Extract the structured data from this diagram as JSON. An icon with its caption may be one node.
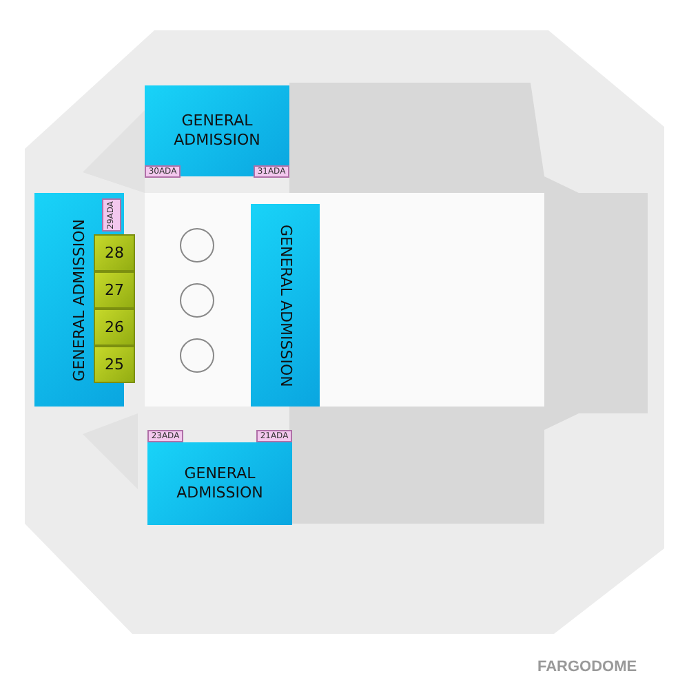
{
  "diagram": {
    "nodes": [
      {
        "text": [
          "GENERAL ADMISSION"
        ]
      },
      {
        "text": [
          "30ADA"
        ],
        "in": 0
      },
      {
        "text": [
          "31ADA"
        ],
        "in": 0
      },
      {
        "text": [
          "GENERAL ADMISSION"
        ]
      },
      {
        "text": [
          "29ADA"
        ],
        "in": 3
      },
      {
        "text": [
          "28"
        ]
      },
      {
        "text": [
          "27"
        ]
      },
      {
        "text": [
          "26"
        ]
      },
      {
        "text": [
          "25"
        ]
      },
      {
        "text": [
          "GENERAL ADMISSION"
        ]
      },
      {
        "text": [
          "23ADA"
        ]
      },
      {
        "text": [
          "21ADA"
        ]
      },
      {
        "text": [
          "GENERAL ADMISSION"
        ]
      }
    ],
    "edges": [],
    "labels": [
      "FARGODOME"
    ]
  }
}
